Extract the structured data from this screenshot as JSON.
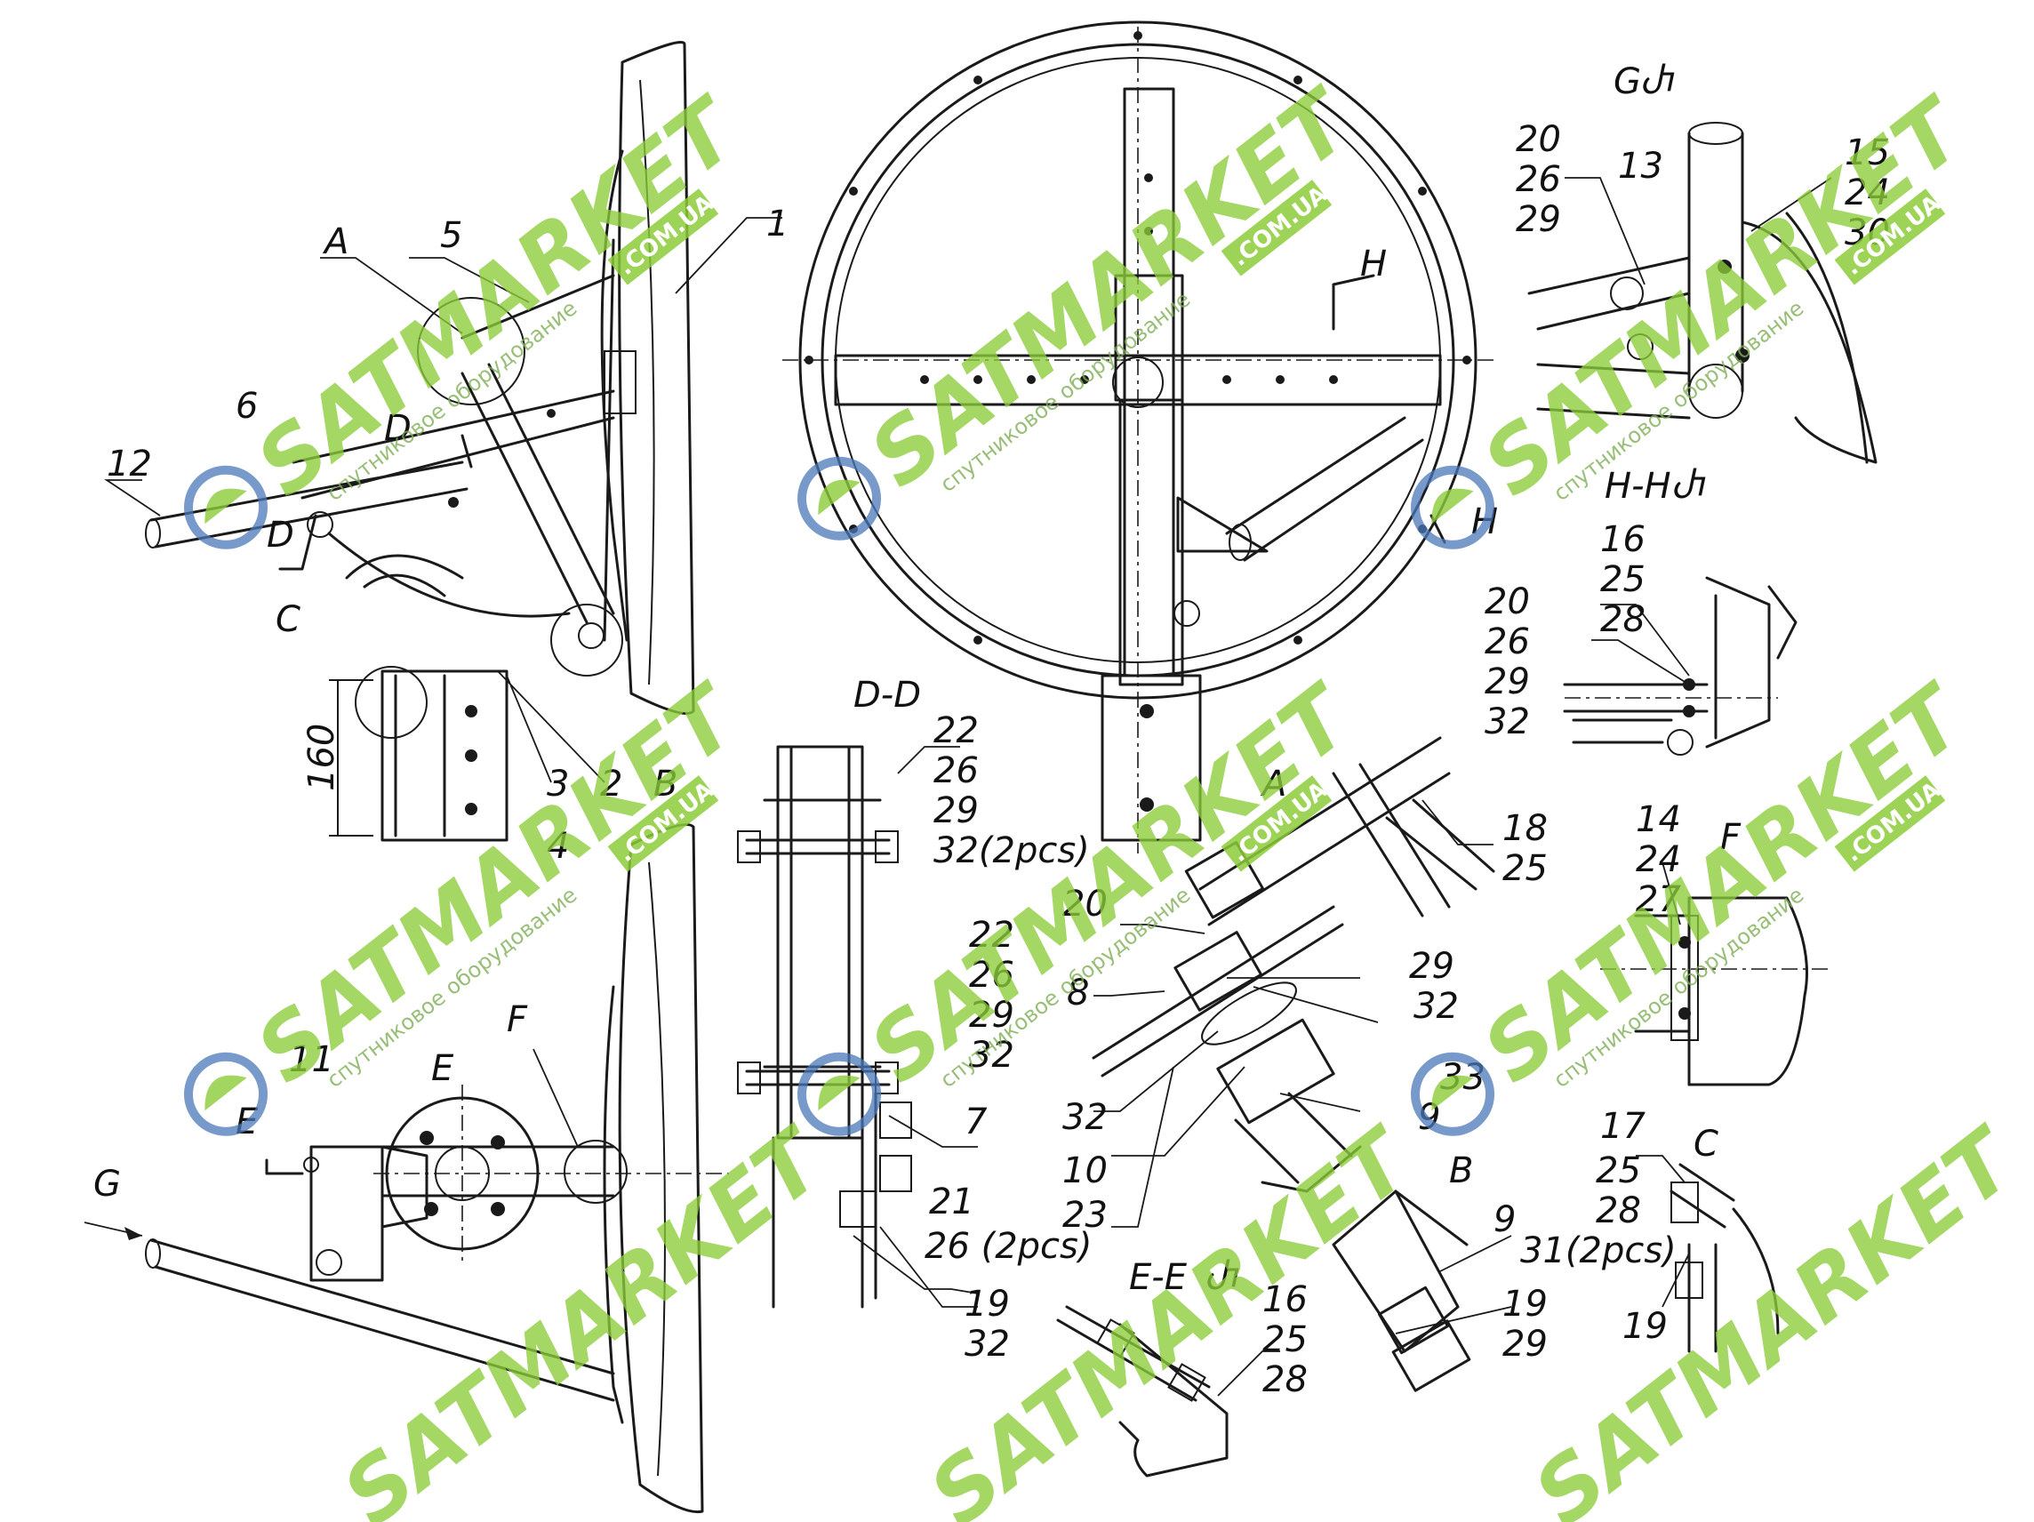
{
  "drawing": {
    "views": {
      "section_dd": "D-D",
      "section_hh": "H-H",
      "section_ee": "E-E",
      "view_a": "A",
      "view_b": "B",
      "view_c": "C",
      "view_f": "F",
      "view_g": "G",
      "rot": "Ⴐ"
    },
    "dimension": "160",
    "callouts": {
      "p1": "1",
      "p2": "2",
      "p3": "3",
      "p4": "4",
      "p5": "5",
      "p6": "6",
      "p7": "7",
      "p8": "8",
      "p9": "9",
      "p10": "10",
      "p11": "11",
      "p12": "12",
      "p13": "13",
      "p14": "14",
      "p15": "15",
      "p16": "16",
      "p17": "17",
      "p18": "18",
      "p19": "19",
      "p20": "20",
      "p21": "21",
      "p22": "22",
      "p23": "23",
      "p24": "24",
      "p25": "25",
      "p26": "26",
      "p27": "27",
      "p28": "28",
      "p29": "29",
      "p30": "30",
      "p31_2pcs": "31(2pcs)",
      "p32": "32",
      "p32_2pcs": "32(2pcs)",
      "p33": "33",
      "p26_2pcs": "26 (2pcs)"
    },
    "marks": {
      "A": "A",
      "B": "B",
      "C": "C",
      "D": "D",
      "E": "E",
      "F": "F",
      "G": "G",
      "H": "H"
    }
  },
  "watermark": {
    "brand": "SATMARKET",
    "domain": ".COM.UA",
    "tagline": "спутниковое оборудование",
    "colors": {
      "green": "#8ccc3a",
      "blue": "#4a78b8"
    }
  }
}
